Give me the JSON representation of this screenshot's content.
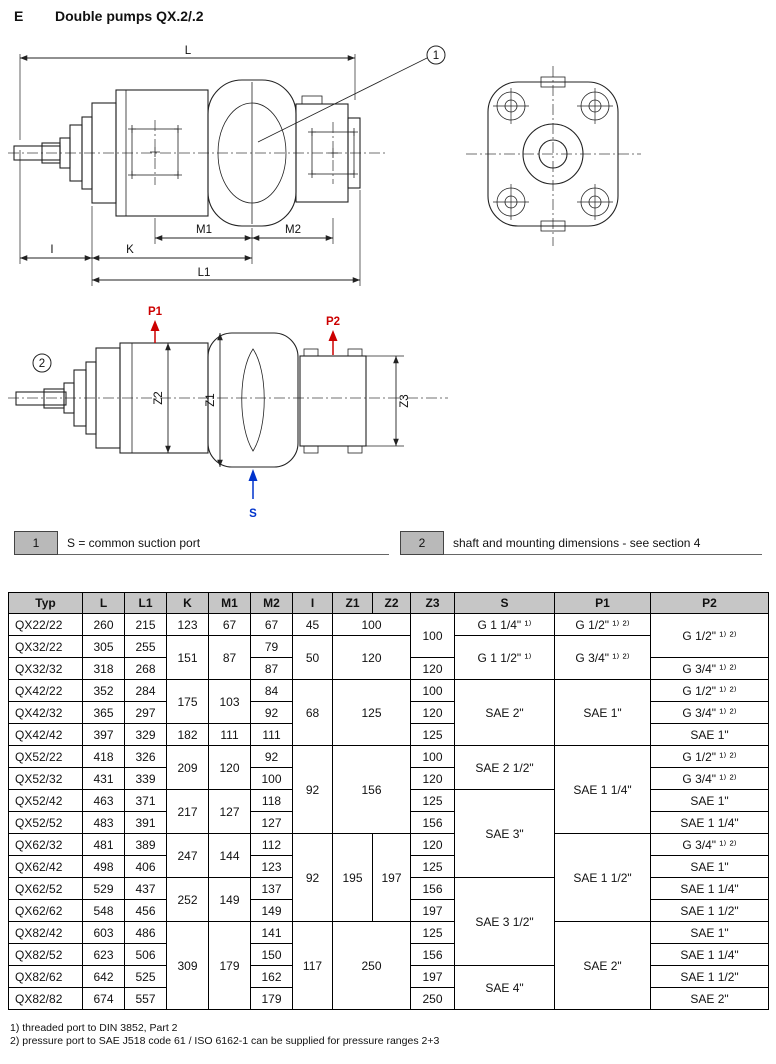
{
  "page": {
    "section_letter": "E",
    "title": "Double pumps QX.2/.2"
  },
  "drawing": {
    "callout1": "1",
    "callout2": "2",
    "dims": {
      "L": "L",
      "L1": "L1",
      "K": "K",
      "M1": "M1",
      "M2": "M2",
      "I": "I",
      "Z1": "Z1",
      "Z2": "Z2",
      "Z3": "Z3"
    },
    "ports": {
      "P1": "P1",
      "P2": "P2",
      "S": "S"
    },
    "pressure_port_color": "#cc0000",
    "suction_port_color": "#0033cc"
  },
  "notes": [
    {
      "num": "1",
      "text": "S = common suction port"
    },
    {
      "num": "2",
      "text": "shaft and mounting dimensions - see section 4"
    }
  ],
  "table": {
    "headers": [
      "Typ",
      "L",
      "L1",
      "K",
      "M1",
      "M2",
      "I",
      "Z1",
      "Z2",
      "Z3",
      "S",
      "P1",
      "P2"
    ],
    "rows": [
      [
        {
          "t": "QX22/22"
        },
        {
          "t": "260"
        },
        {
          "t": "215"
        },
        {
          "t": "123"
        },
        {
          "t": "67"
        },
        {
          "t": "67"
        },
        {
          "t": "45"
        },
        {
          "t": "100",
          "cs": 2
        },
        {
          "t": "100",
          "rs": 2
        },
        {
          "t": "G 1 1/4\" ¹⁾"
        },
        {
          "t": "G 1/2\" ¹⁾ ²⁾"
        },
        {
          "t": "G 1/2\" ¹⁾ ²⁾",
          "rs": 2
        }
      ],
      [
        {
          "t": "QX32/22"
        },
        {
          "t": "305"
        },
        {
          "t": "255"
        },
        {
          "t": "151",
          "rs": 2
        },
        {
          "t": "87",
          "rs": 2
        },
        {
          "t": "79"
        },
        {
          "t": "50",
          "rs": 2
        },
        {
          "t": "120",
          "cs": 2,
          "rs": 2
        },
        {
          "t": "G 1 1/2\" ¹⁾",
          "rs": 2
        },
        {
          "t": "G 3/4\" ¹⁾ ²⁾",
          "rs": 2
        }
      ],
      [
        {
          "t": "QX32/32"
        },
        {
          "t": "318"
        },
        {
          "t": "268"
        },
        {
          "t": "87"
        },
        {
          "t": "120"
        },
        {
          "t": "G 3/4\" ¹⁾ ²⁾"
        }
      ],
      [
        {
          "t": "QX42/22"
        },
        {
          "t": "352"
        },
        {
          "t": "284"
        },
        {
          "t": "175",
          "rs": 2
        },
        {
          "t": "103",
          "rs": 2
        },
        {
          "t": "84"
        },
        {
          "t": "68",
          "rs": 3
        },
        {
          "t": "125",
          "cs": 2,
          "rs": 3
        },
        {
          "t": "100"
        },
        {
          "t": "SAE 2\"",
          "rs": 3
        },
        {
          "t": "SAE 1\"",
          "rs": 3
        },
        {
          "t": "G 1/2\" ¹⁾ ²⁾"
        }
      ],
      [
        {
          "t": "QX42/32"
        },
        {
          "t": "365"
        },
        {
          "t": "297"
        },
        {
          "t": "92"
        },
        {
          "t": "120"
        },
        {
          "t": "G 3/4\" ¹⁾ ²⁾"
        }
      ],
      [
        {
          "t": "QX42/42"
        },
        {
          "t": "397"
        },
        {
          "t": "329"
        },
        {
          "t": "182"
        },
        {
          "t": "111"
        },
        {
          "t": "111"
        },
        {
          "t": "125"
        },
        {
          "t": "SAE 1\""
        }
      ],
      [
        {
          "t": "QX52/22"
        },
        {
          "t": "418"
        },
        {
          "t": "326"
        },
        {
          "t": "209",
          "rs": 2
        },
        {
          "t": "120",
          "rs": 2
        },
        {
          "t": "92"
        },
        {
          "t": "92",
          "rs": 4
        },
        {
          "t": "156",
          "cs": 2,
          "rs": 4
        },
        {
          "t": "100"
        },
        {
          "t": "SAE 2 1/2\"",
          "rs": 2
        },
        {
          "t": "SAE 1 1/4\"",
          "rs": 4
        },
        {
          "t": "G 1/2\" ¹⁾ ²⁾"
        }
      ],
      [
        {
          "t": "QX52/32"
        },
        {
          "t": "431"
        },
        {
          "t": "339"
        },
        {
          "t": "100"
        },
        {
          "t": "120"
        },
        {
          "t": "G 3/4\" ¹⁾ ²⁾"
        }
      ],
      [
        {
          "t": "QX52/42"
        },
        {
          "t": "463"
        },
        {
          "t": "371"
        },
        {
          "t": "217",
          "rs": 2
        },
        {
          "t": "127",
          "rs": 2
        },
        {
          "t": "118"
        },
        {
          "t": "125"
        },
        {
          "t": "SAE 3\"",
          "rs": 4
        },
        {
          "t": "SAE 1\""
        }
      ],
      [
        {
          "t": "QX52/52"
        },
        {
          "t": "483"
        },
        {
          "t": "391"
        },
        {
          "t": "127"
        },
        {
          "t": "156"
        },
        {
          "t": "SAE 1 1/4\""
        }
      ],
      [
        {
          "t": "QX62/32"
        },
        {
          "t": "481"
        },
        {
          "t": "389"
        },
        {
          "t": "247",
          "rs": 2
        },
        {
          "t": "144",
          "rs": 2
        },
        {
          "t": "112"
        },
        {
          "t": "92",
          "rs": 4
        },
        {
          "t": "195",
          "rs": 4
        },
        {
          "t": "197",
          "rs": 4
        },
        {
          "t": "120"
        },
        {
          "t": "SAE 1 1/2\"",
          "rs": 4
        },
        {
          "t": "G 3/4\" ¹⁾ ²⁾"
        }
      ],
      [
        {
          "t": "QX62/42"
        },
        {
          "t": "498"
        },
        {
          "t": "406"
        },
        {
          "t": "123"
        },
        {
          "t": "125"
        },
        {
          "t": "SAE 1\""
        }
      ],
      [
        {
          "t": "QX62/52"
        },
        {
          "t": "529"
        },
        {
          "t": "437"
        },
        {
          "t": "252",
          "rs": 2
        },
        {
          "t": "149",
          "rs": 2
        },
        {
          "t": "137"
        },
        {
          "t": "156"
        },
        {
          "t": "SAE 3 1/2\"",
          "rs": 4
        },
        {
          "t": "SAE 1 1/4\""
        }
      ],
      [
        {
          "t": "QX62/62"
        },
        {
          "t": "548"
        },
        {
          "t": "456"
        },
        {
          "t": "149"
        },
        {
          "t": "197"
        },
        {
          "t": "SAE 1 1/2\""
        }
      ],
      [
        {
          "t": "QX82/42"
        },
        {
          "t": "603"
        },
        {
          "t": "486"
        },
        {
          "t": "309",
          "rs": 4
        },
        {
          "t": "179",
          "rs": 4
        },
        {
          "t": "141"
        },
        {
          "t": "117",
          "rs": 4
        },
        {
          "t": "250",
          "cs": 2,
          "rs": 4
        },
        {
          "t": "125"
        },
        {
          "t": "SAE 2\"",
          "rs": 4
        },
        {
          "t": "SAE 1\""
        }
      ],
      [
        {
          "t": "QX82/52"
        },
        {
          "t": "623"
        },
        {
          "t": "506"
        },
        {
          "t": "150"
        },
        {
          "t": "156"
        },
        {
          "t": "SAE 1 1/4\""
        }
      ],
      [
        {
          "t": "QX82/62"
        },
        {
          "t": "642"
        },
        {
          "t": "525"
        },
        {
          "t": "162"
        },
        {
          "t": "197"
        },
        {
          "t": "SAE 4\"",
          "rs": 2
        },
        {
          "t": "SAE 1 1/2\""
        }
      ],
      [
        {
          "t": "QX82/82"
        },
        {
          "t": "674"
        },
        {
          "t": "557"
        },
        {
          "t": "179"
        },
        {
          "t": "250"
        },
        {
          "t": "SAE 2\""
        }
      ]
    ]
  },
  "footnotes": [
    "1) threaded port to DIN 3852, Part 2",
    "2) pressure port to SAE J518 code 61 / ISO 6162-1 can be supplied for pressure ranges 2+3"
  ]
}
